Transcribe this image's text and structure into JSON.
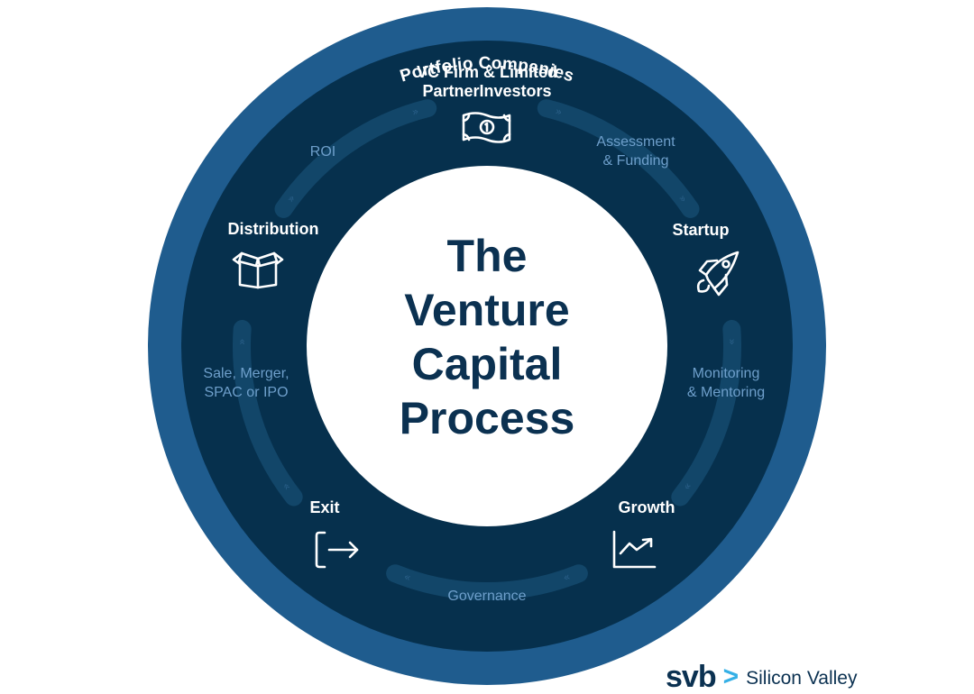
{
  "diagram": {
    "title_lines": [
      "The",
      "Venture",
      "Capital",
      "Process"
    ],
    "outer_ring_label": "Portfolio Companies",
    "colors": {
      "outer_ring": "#1f5c8e",
      "inner_ring": "#06304d",
      "track": "#124669",
      "center": "#ffffff",
      "title_text": "#0b3151",
      "stage_text": "#ffffff",
      "transition_text": "#6e9fcb",
      "logo_accent": "#35b0e6"
    },
    "stages": [
      {
        "name": "vc-firm",
        "label_lines": [
          "VC Firm & Limited",
          "PartnerInvestors"
        ],
        "icon": "money-bill-icon"
      },
      {
        "name": "startup",
        "label_lines": [
          "Startup"
        ],
        "icon": "rocket-icon"
      },
      {
        "name": "growth",
        "label_lines": [
          "Growth"
        ],
        "icon": "trend-chart-icon"
      },
      {
        "name": "exit",
        "label_lines": [
          "Exit"
        ],
        "icon": "exit-arrow-icon"
      },
      {
        "name": "distribution",
        "label_lines": [
          "Distribution"
        ],
        "icon": "open-box-icon"
      }
    ],
    "transitions": [
      {
        "name": "assessment-funding",
        "label_lines": [
          "Assessment",
          "& Funding"
        ]
      },
      {
        "name": "monitoring-mentoring",
        "label_lines": [
          "Monitoring",
          "& Mentoring"
        ]
      },
      {
        "name": "governance",
        "label_lines": [
          "Governance"
        ]
      },
      {
        "name": "sale-merger",
        "label_lines": [
          "Sale, Merger,",
          "SPAC or IPO"
        ]
      },
      {
        "name": "roi",
        "label_lines": [
          "ROI"
        ]
      }
    ]
  },
  "logo": {
    "mark": "svb",
    "chevron": ">",
    "text": "Silicon Valley"
  }
}
